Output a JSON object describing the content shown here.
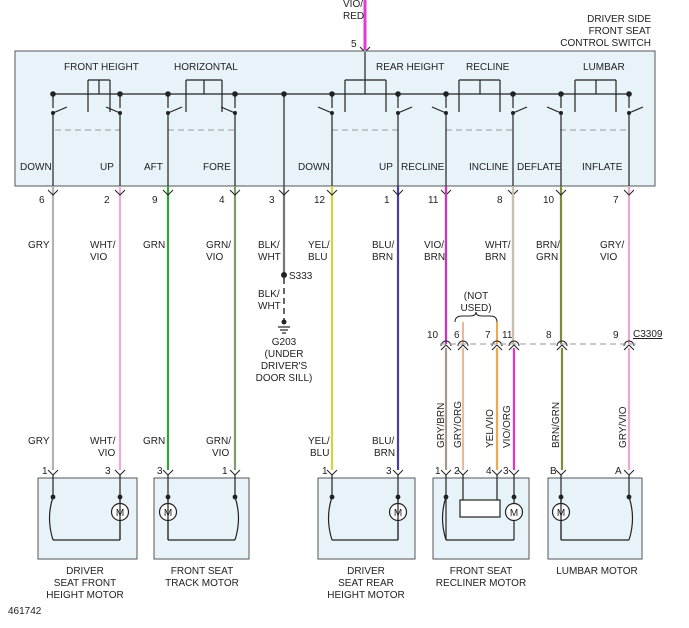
{
  "colors": {
    "gry": "#b3b3b3",
    "wht_vio": "#f2a9d8",
    "grn": "#33a533",
    "grn_vio": "#7a9d6b",
    "blk_wht": "#777777",
    "yel_blu": "#d4d23f",
    "blu_brn": "#4a3fa0",
    "vio_brn": "#c23bb5",
    "wht_brn": "#c9bfae",
    "brn_grn": "#7c8d3a",
    "gry_vio": "#e8a8cf",
    "gry_brn": "#a59a8a",
    "gry_org": "#e7b9a0",
    "yel_vio": "#f0a84a",
    "vio_org": "#e534c8",
    "vio_red": "#e538d6",
    "box_fill": "#e8f3f9"
  },
  "top_wire": {
    "label_line1": "VIO/",
    "label_line2": "RED",
    "pin": "5"
  },
  "switch": {
    "title_line1": "DRIVER SIDE",
    "title_line2": "FRONT SEAT",
    "title_line3": "CONTROL SWITCH",
    "groups": [
      "FRONT HEIGHT",
      "HORIZONTAL",
      "REAR HEIGHT",
      "RECLINE",
      "LUMBAR"
    ],
    "positions": [
      "DOWN",
      "UP",
      "AFT",
      "FORE",
      "DOWN",
      "UP",
      "RECLINE",
      "INCLINE",
      "DEFLATE",
      "INFLATE"
    ]
  },
  "wires": [
    {
      "pin": "6",
      "label1": "GRY",
      "label2": ""
    },
    {
      "pin": "2",
      "label1": "WHT/",
      "label2": "VIO"
    },
    {
      "pin": "9",
      "label1": "GRN",
      "label2": ""
    },
    {
      "pin": "4",
      "label1": "GRN/",
      "label2": "VIO"
    },
    {
      "pin": "3",
      "label1": "BLK/",
      "label2": "WHT"
    },
    {
      "pin": "12",
      "label1": "YEL/",
      "label2": "BLU"
    },
    {
      "pin": "1",
      "label1": "BLU/",
      "label2": "BRN"
    },
    {
      "pin": "11",
      "label1": "VIO/",
      "label2": "BRN"
    },
    {
      "pin": "8",
      "label1": "WHT/",
      "label2": "BRN"
    },
    {
      "pin": "10",
      "label1": "BRN/",
      "label2": "GRN"
    },
    {
      "pin": "7",
      "label1": "GRY/",
      "label2": "VIO"
    }
  ],
  "ground": {
    "splice": "S333",
    "lower_label1": "BLK/",
    "lower_label2": "WHT",
    "name": "G203",
    "loc1": "(UNDER",
    "loc2": "DRIVER'S",
    "loc3": "DOOR SILL)"
  },
  "connector": {
    "name": "C3309",
    "not_used1": "(NOT",
    "not_used2": "USED)",
    "pins": [
      "10",
      "6",
      "7",
      "11",
      "8",
      "9"
    ],
    "vert_labels": [
      "GRY/BRN",
      "GRY/ORG",
      "YEL/VIO",
      "VIO/ORG",
      "BRN/GRN",
      "GRY/VIO"
    ]
  },
  "lower_labels": [
    {
      "l1": "GRY",
      "l2": ""
    },
    {
      "l1": "WHT/",
      "l2": "VIO"
    },
    {
      "l1": "GRN",
      "l2": ""
    },
    {
      "l1": "GRN/",
      "l2": "VIO"
    },
    {
      "l1": "YEL/",
      "l2": "BLU"
    },
    {
      "l1": "BLU/",
      "l2": "BRN"
    }
  ],
  "motors": [
    {
      "pins": [
        "1",
        "3"
      ],
      "name1": "DRIVER",
      "name2": "SEAT FRONT",
      "name3": "HEIGHT MOTOR"
    },
    {
      "pins": [
        "3",
        "1"
      ],
      "name1": "FRONT SEAT",
      "name2": "TRACK MOTOR",
      "name3": ""
    },
    {
      "pins": [
        "1",
        "3"
      ],
      "name1": "DRIVER",
      "name2": "SEAT REAR",
      "name3": "HEIGHT MOTOR"
    },
    {
      "pins": [
        "1",
        "2",
        "4",
        "3"
      ],
      "name1": "FRONT SEAT",
      "name2": "RECLINER MOTOR",
      "name3": ""
    },
    {
      "pins": [
        "B",
        "A"
      ],
      "name1": "LUMBAR MOTOR",
      "name2": "",
      "name3": ""
    }
  ],
  "motor_symbol": "M",
  "figure_id": "461742"
}
